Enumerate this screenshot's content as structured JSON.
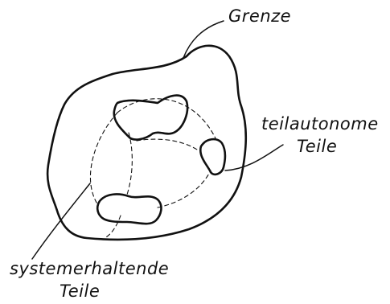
{
  "labels": {
    "boundary": "Grenze",
    "autonomous_line1": "teilautonome",
    "autonomous_line2": "Teile",
    "maintaining_line1": "systemerhaltende",
    "maintaining_line2": "Teile"
  },
  "colors": {
    "ink": "#111111",
    "background": "#ffffff"
  }
}
